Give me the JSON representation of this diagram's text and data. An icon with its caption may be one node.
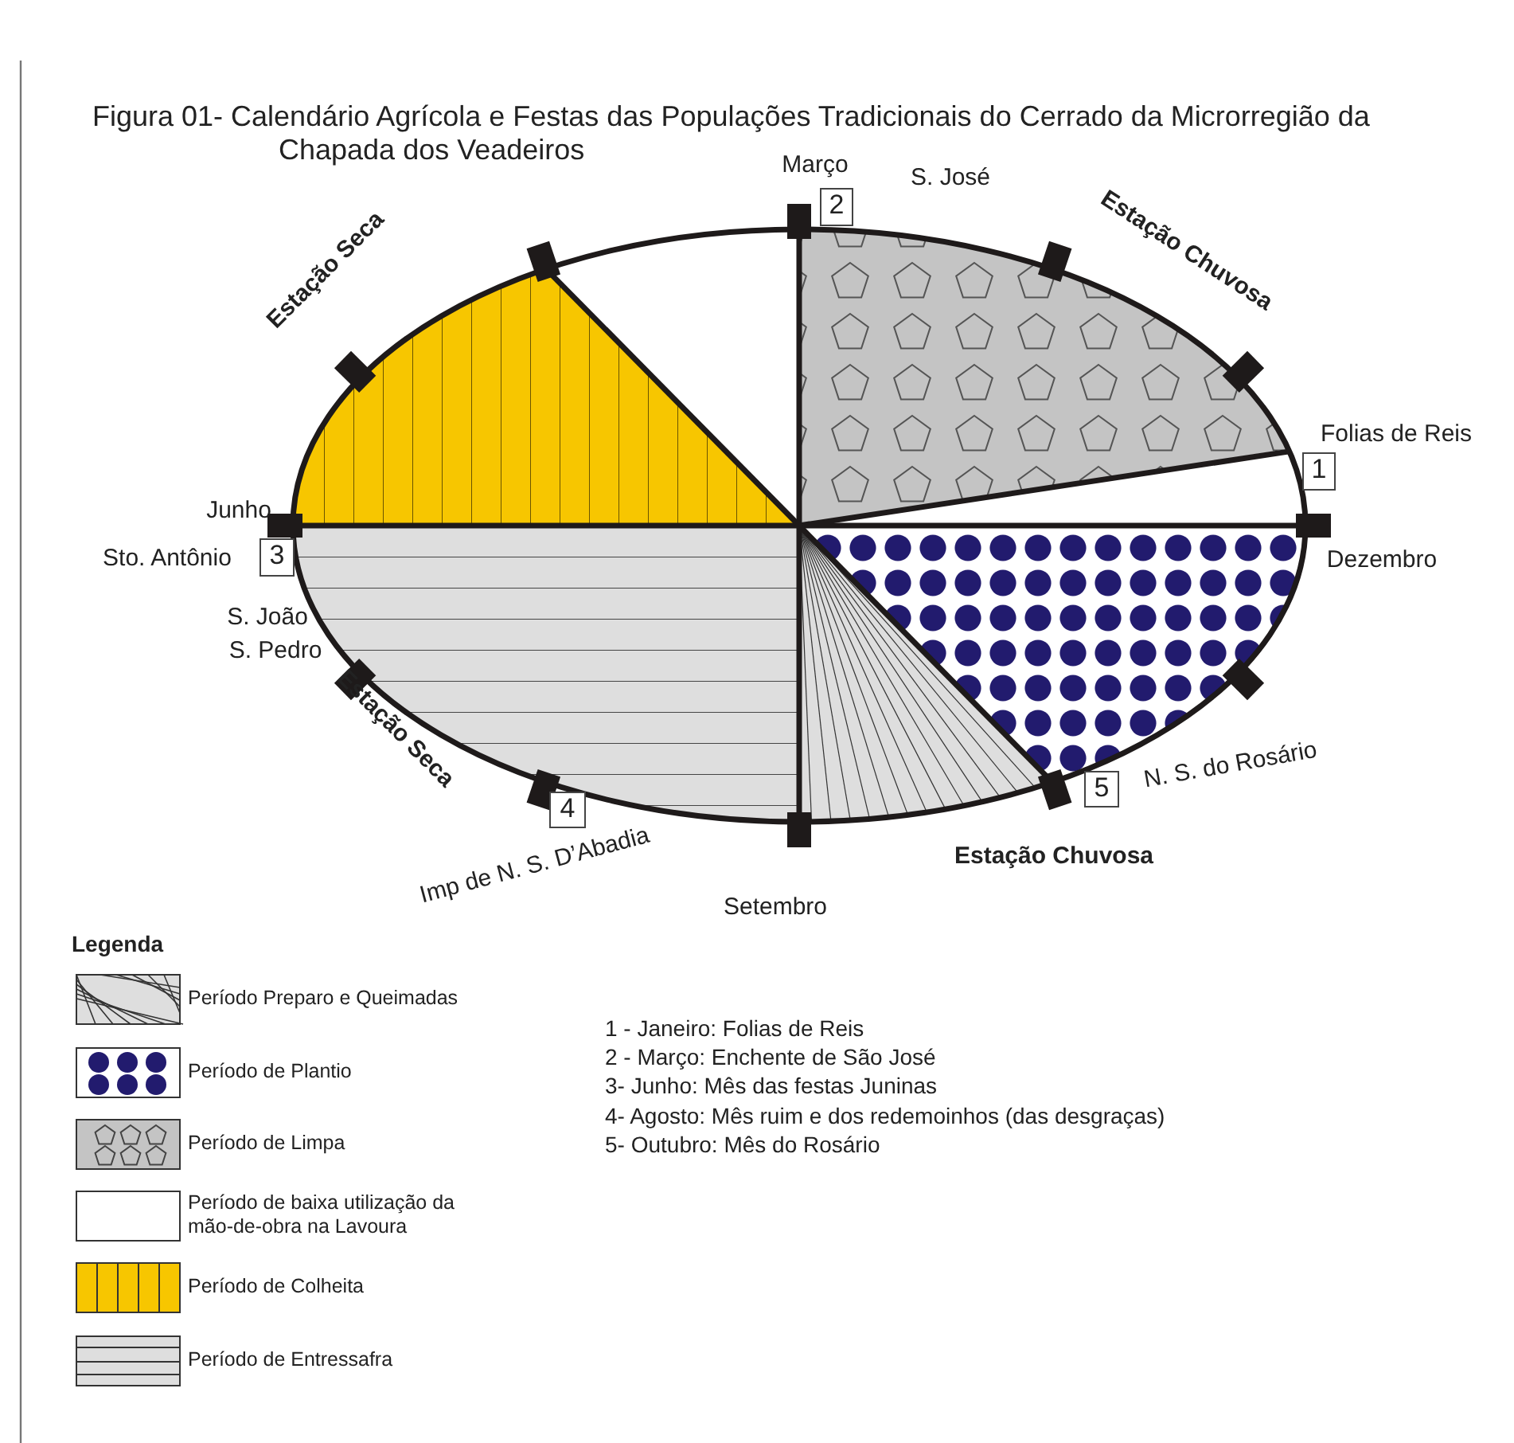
{
  "diagram": {
    "title": "Figura 01- Calendário Agrícola e Festas das Populações Tradicionais do Cerrado da Microrregião da Chapada dos Veadeiros",
    "nodes": [
      {
        "text": [
          "2"
        ],
        "beside": [
          "S. José"
        ]
      },
      {
        "text": [
          "1"
        ],
        "beside": [
          "Folias de Reis"
        ]
      },
      {
        "text": [
          "3"
        ],
        "beside": [
          "Sto. Antônio"
        ]
      },
      {
        "text": [
          "5"
        ],
        "beside": [
          "N. S. do Rosário"
        ]
      },
      {
        "text": [
          "4"
        ],
        "beside": [
          "Imp de N. S. D’Abadia"
        ]
      }
    ],
    "labels": [
      "Março",
      "Estação Chuvosa",
      "Estação Seca",
      "Junho",
      "Dezembro",
      "S. João",
      "S. Pedro",
      "Estação Seca",
      "Estação Chuvosa",
      "Setembro",
      "Legenda",
      "1 - Janeiro: Folias de Reis",
      "2 - Março: Enchente de São José",
      "3- Junho: Mês das festas Juninas",
      "4- Agosto: Mês ruim e dos redemoinhos (das desgraças)",
      "5-  Outubro: Mês do Rosário"
    ],
    "legend": [
      {
        "text": "Período Preparo e Queimadas"
      },
      {
        "text": "Período de Plantio"
      },
      {
        "text": "Período de Limpa"
      },
      {
        "text": "Período de baixa utilização da mão-de-obra na Lavoura"
      },
      {
        "text": "Período de  Colheita"
      },
      {
        "text": "Período de Entressafra"
      }
    ]
  }
}
